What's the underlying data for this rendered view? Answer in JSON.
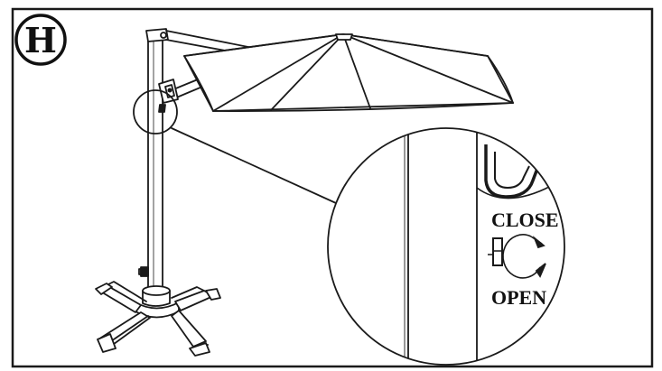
{
  "step_label": "H",
  "detail": {
    "close_label": "CLOSE",
    "open_label": "OPEN"
  },
  "colors": {
    "line": "#1a1a1a",
    "background": "#ffffff"
  }
}
